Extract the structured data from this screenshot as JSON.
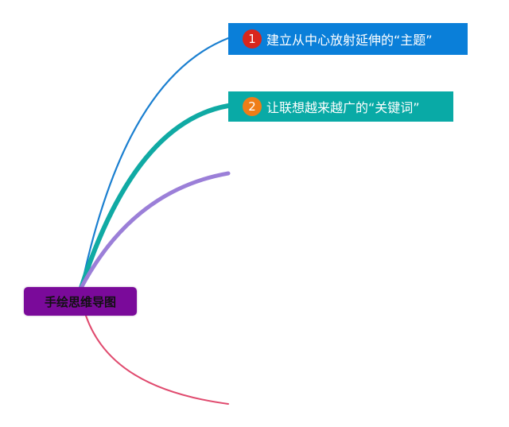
{
  "mindmap": {
    "central": {
      "label": "手绘思维导图"
    },
    "branches": [
      {
        "number": "1",
        "label": "建立从中心放射延伸的“主题”",
        "color": "#0a7fd9",
        "badge_color": "#d9261c",
        "link_color": "#1a7fd0"
      },
      {
        "number": "2",
        "label": "让联想越来越广的“关键词”",
        "color": "#09aaa6",
        "badge_color": "#ef7d18",
        "link_color": "#10aaa4"
      }
    ],
    "extra_links": [
      {
        "color": "#9b7fd8"
      },
      {
        "color": "#e04a6e"
      }
    ],
    "central_color": "#7a0a9a"
  }
}
